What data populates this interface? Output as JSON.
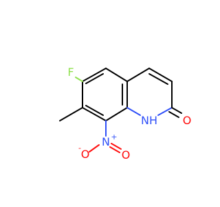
{
  "molecule": {
    "atoms": {
      "F": {
        "text": "F",
        "color": "#90e050"
      },
      "NH": {
        "text": "NH",
        "color": "#3050f8"
      },
      "O_carbonyl": {
        "text": "O",
        "color": "#ff0d0d"
      },
      "N_nitro": {
        "text": "N",
        "color": "#3050f8"
      },
      "N_nitro_charge": {
        "text": "+",
        "color": "#3050f8"
      },
      "O_nitro_minus": {
        "text": "O",
        "color": "#ff0d0d"
      },
      "O_nitro_minus_charge": {
        "text": "-",
        "color": "#ff0d0d"
      },
      "O_nitro_double": {
        "text": "O",
        "color": "#ff0d0d"
      }
    },
    "bond_color": "#000000"
  }
}
